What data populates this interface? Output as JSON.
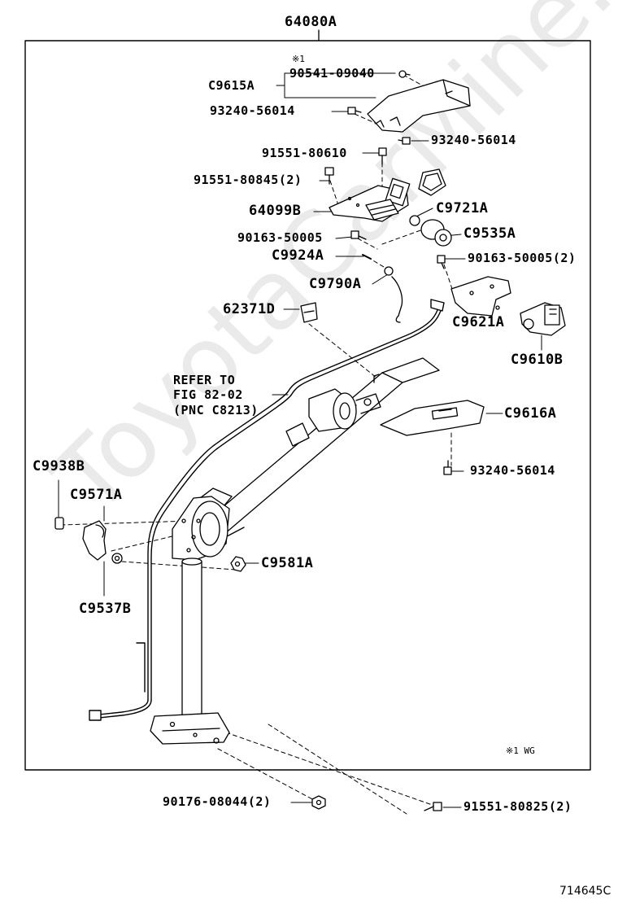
{
  "watermark": "ToyotaCarMine.ru",
  "assembly_label": "64080A",
  "note_marker": "※1",
  "note_text": "※1 WG",
  "figure_number": "714645C",
  "refer": {
    "line1": "REFER TO",
    "line2": "FIG 82-02",
    "line3": "(PNC C8213)"
  },
  "parts": {
    "c9615a": "C9615A",
    "p90541": "90541-09040",
    "p93240_a": "93240-56014",
    "p93240_b": "93240-56014",
    "p91551_80610": "91551-80610",
    "p91551_80845": "91551-80845(2)",
    "c64099b": "64099B",
    "c9721a": "C9721A",
    "c9535a": "C9535A",
    "p90163_a": "90163-50005",
    "c9924a": "C9924A",
    "p90163_b": "90163-50005(2)",
    "c9790a": "C9790A",
    "c62371d": "62371D",
    "c9621a": "C9621A",
    "c9610b": "C9610B",
    "c9616a": "C9616A",
    "p93240_c": "93240-56014",
    "c9938b": "C9938B",
    "c9571a": "C9571A",
    "c9581a": "C9581A",
    "c9537b": "C9537B",
    "p90176": "90176-08044(2)",
    "p91551_80825": "91551-80825(2)"
  }
}
